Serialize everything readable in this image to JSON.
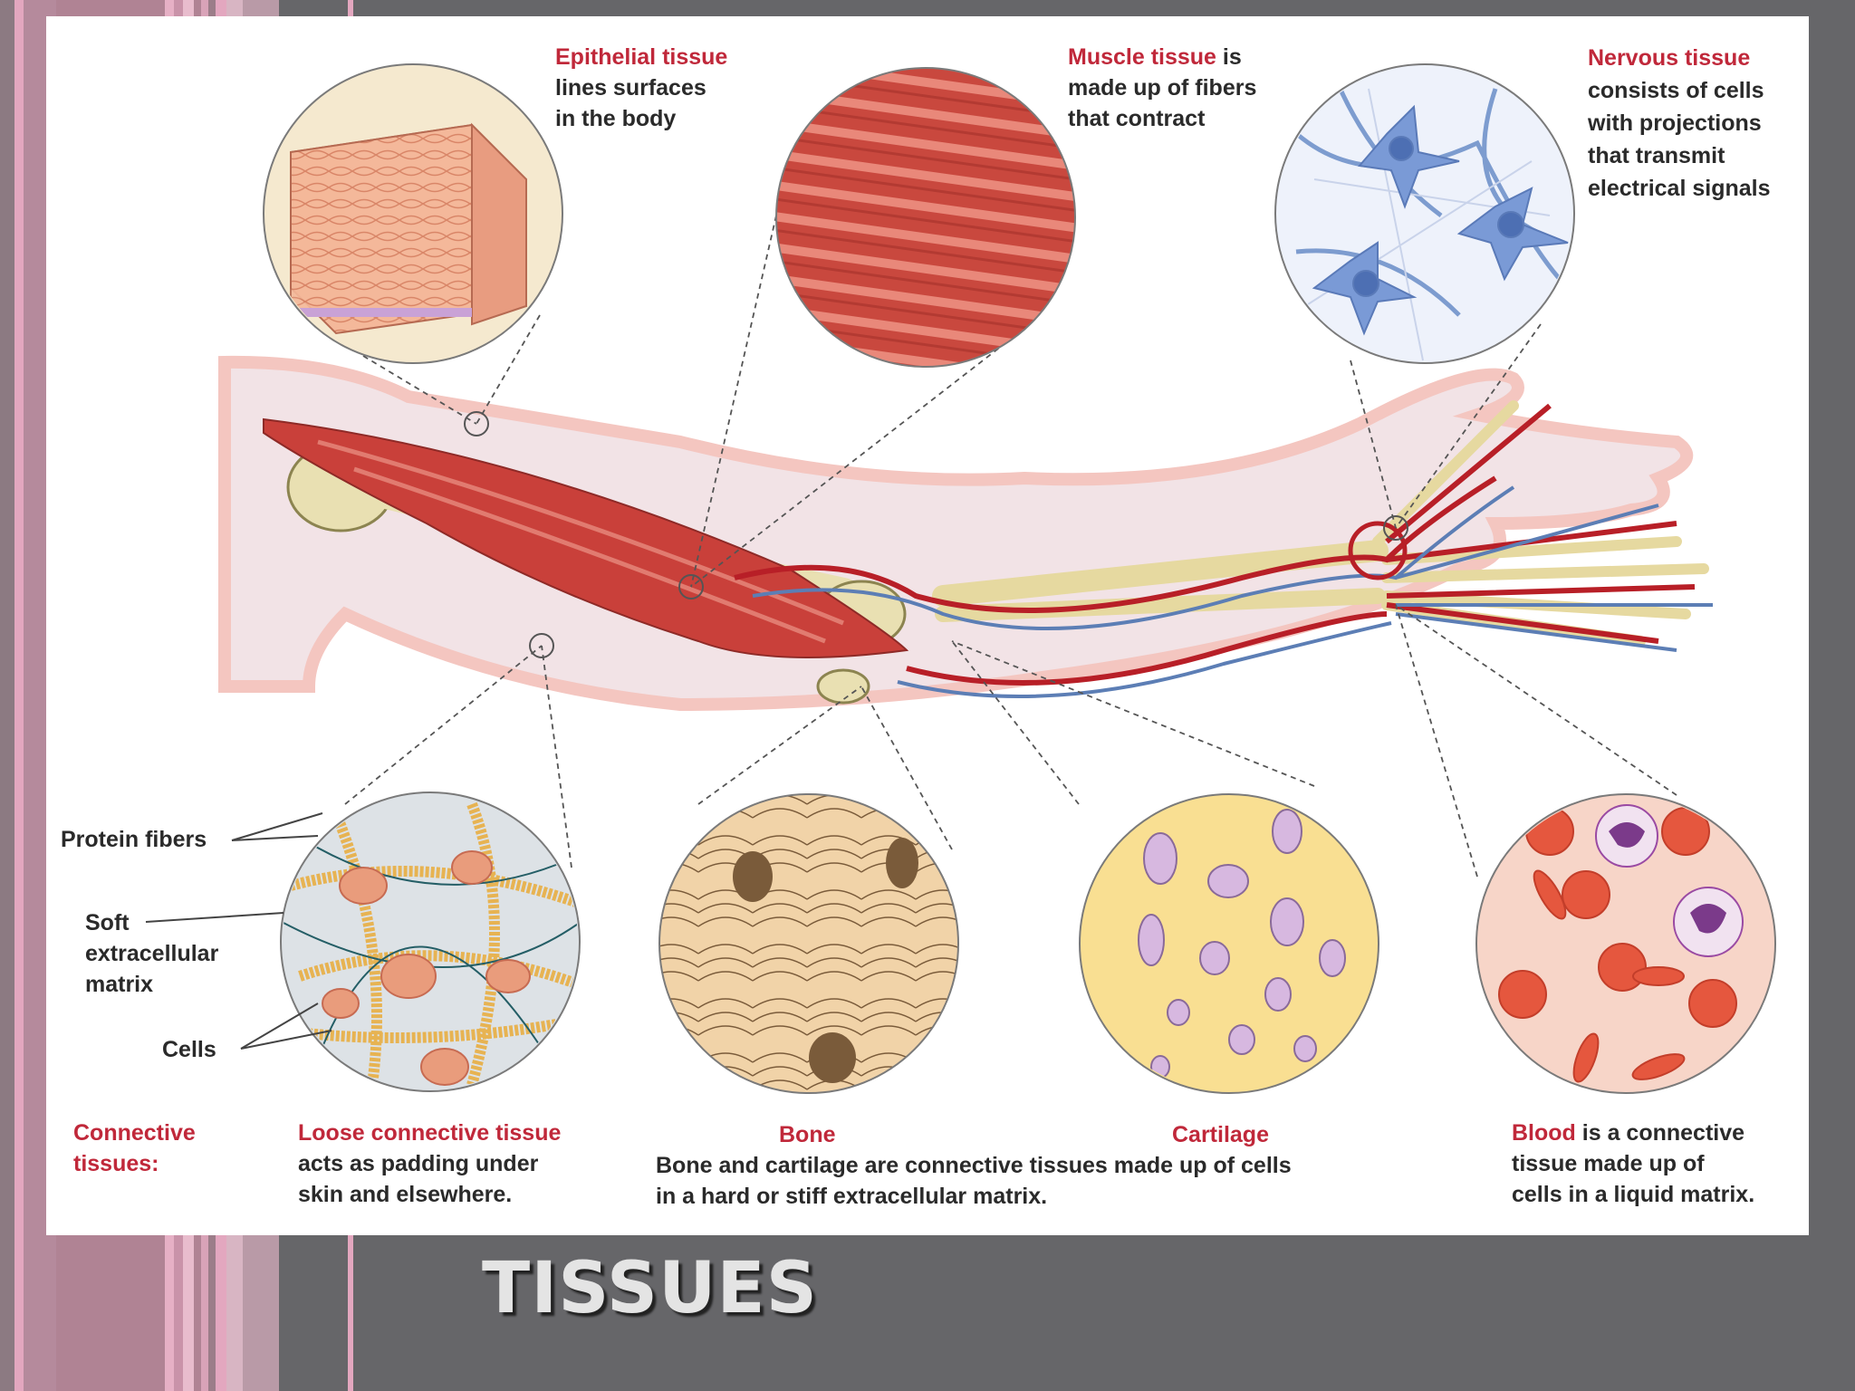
{
  "slide": {
    "title": "TISSUES"
  },
  "colors": {
    "label_red": "#c0283a",
    "label_dark": "#2a2a2a",
    "slide_bg": "#666669",
    "stripe_pink": "#e3a7bf"
  },
  "labels": {
    "epithelial": {
      "name": "Epithelial tissue",
      "text1": "lines surfaces",
      "text2": "in the body"
    },
    "muscle": {
      "name": "Muscle tissue",
      "text0": " is",
      "text1": "made up of fibers",
      "text2": "that contract"
    },
    "nervous": {
      "name": "Nervous tissue",
      "text1": "consists of cells",
      "text2": "with projections",
      "text3": "that transmit",
      "text4": "electrical signals"
    },
    "protein_fibers": "Protein fibers",
    "soft_matrix": {
      "l1": "Soft",
      "l2": "extracellular",
      "l3": "matrix"
    },
    "cells": "Cells",
    "connective": {
      "l1": "Connective",
      "l2": "tissues:"
    },
    "loose": {
      "name": "Loose connective tissue",
      "text1": "acts as padding under",
      "text2": "skin and elsewhere."
    },
    "bone": "Bone",
    "cartilage": "Cartilage",
    "bone_cartilage": {
      "l1": "Bone and cartilage are connective tissues made up of cells",
      "l2": "in a hard or stiff extracellular matrix."
    },
    "blood": {
      "name": "Blood",
      "text0": " is a connective",
      "text1": "tissue made up of",
      "text2": "cells in a liquid matrix."
    }
  }
}
